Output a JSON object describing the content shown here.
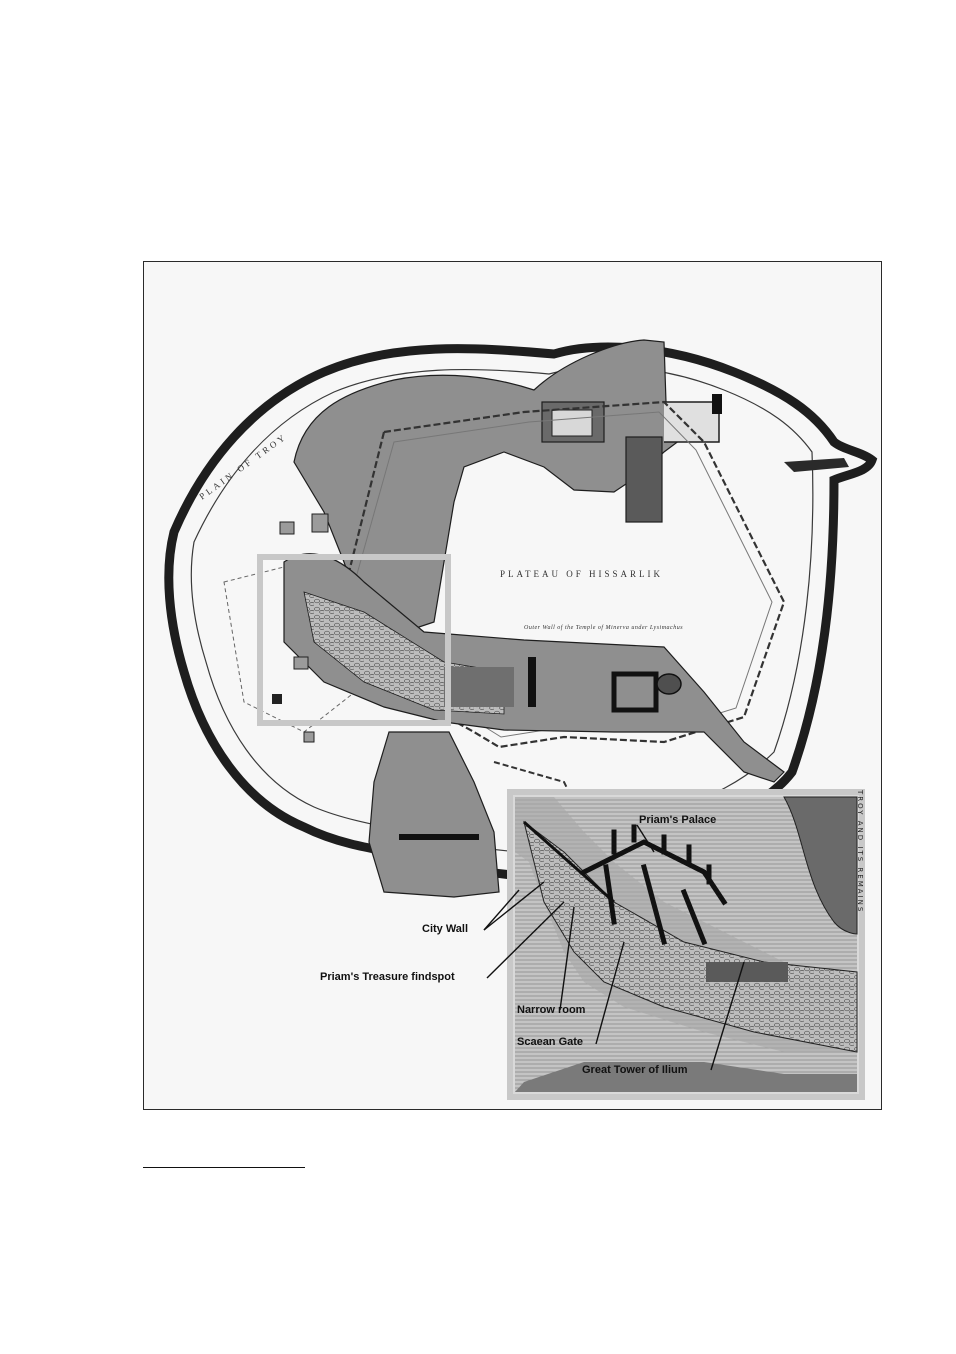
{
  "map": {
    "plain_label": "PLAIN OF TROY",
    "plateau_label": "PLATEAU OF HISSARLIK",
    "outer_wall_label": "Outer Wall of the Temple of Minerva under Lysimachus"
  },
  "inset": {
    "labels": {
      "priams_palace": "Priam's Palace",
      "city_wall": "City Wall",
      "priams_treasure": "Priam's Treasure findspot",
      "narrow_room": "Narrow room",
      "scaean_gate": "Scaean Gate",
      "great_tower": "Great Tower of Ilium"
    }
  },
  "side_caption": "TROY AND ITS REMAINS",
  "colors": {
    "trench": "#8f8f8f",
    "trench_dark": "#5a5a5a",
    "outline": "#1e1e1e",
    "highlight_frame": "#c8c8c8"
  }
}
